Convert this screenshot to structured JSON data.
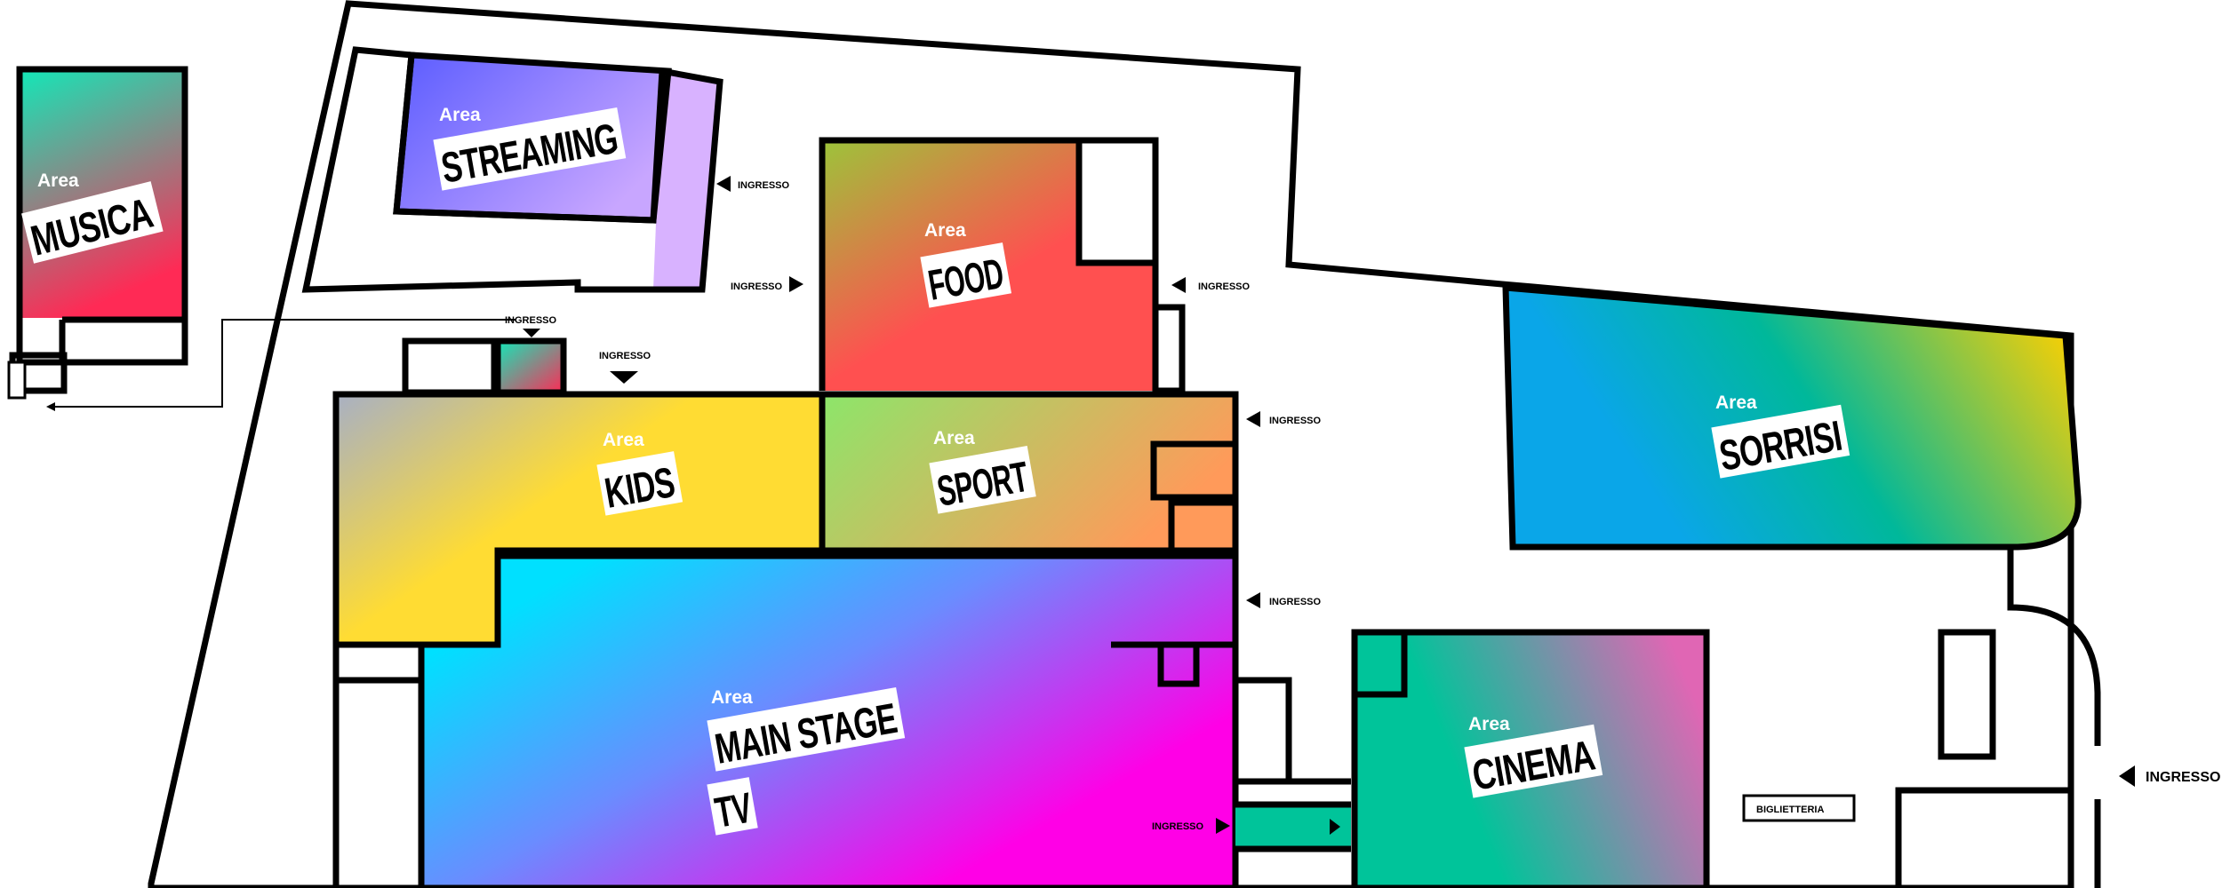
{
  "colors": {
    "musica": [
      "#12e8b8",
      "#ff2a55"
    ],
    "streaming": [
      "#5a5cff",
      "#c8a6ff"
    ],
    "food": [
      "#9cc43a",
      "#ff5050"
    ],
    "kids": [
      "#a8b0c4",
      "#ffdc33"
    ],
    "sport": [
      "#8ce66a",
      "#ff9a5a"
    ],
    "sorrisi": [
      "#0aa6e8",
      "#ffd000"
    ],
    "main_stage": [
      "#00e0ff",
      "#ff00e6"
    ],
    "cinema": [
      "#00c49a",
      "#e066b4"
    ]
  },
  "area_word": "Area",
  "areas": {
    "musica": "MUSICA",
    "streaming": "STREAMING",
    "food": "FOOD",
    "kids": "KIDS",
    "sport": "SPORT",
    "sorrisi": "SORRISI",
    "main_stage_line1": "MAIN STAGE",
    "main_stage_line2": "TV",
    "cinema": "CINEMA"
  },
  "entrances": {
    "streaming": "INGRESSO",
    "food_left": "INGRESSO",
    "food_right": "INGRESSO",
    "small_box": "INGRESSO",
    "kids_top": "INGRESSO",
    "sport_right": "INGRESSO",
    "main_right": "INGRESSO",
    "main_bottom": "INGRESSO",
    "main_public": "INGRESSO"
  },
  "biglietteria": "BIGLIETTERIA"
}
